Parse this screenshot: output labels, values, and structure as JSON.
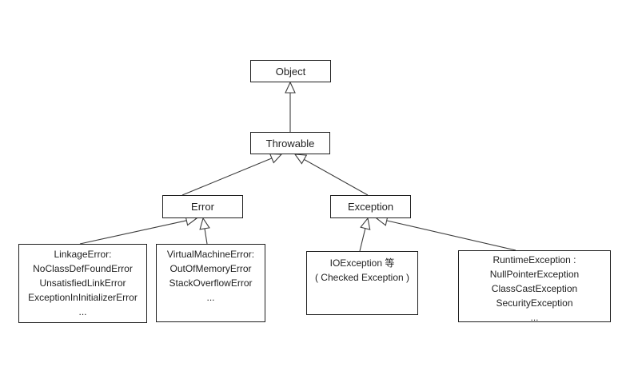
{
  "diagram": {
    "kind": "class-inheritance-hierarchy",
    "arrow_style": "hollow-triangle",
    "colors": {
      "background": "#ffffff",
      "line": "#3d3d3d",
      "box_border": "#1f1f1f",
      "text": "#1f1f1f"
    },
    "nodes": {
      "object": {
        "label": "Object"
      },
      "throwable": {
        "label": "Throwable"
      },
      "error": {
        "label": "Error"
      },
      "exception": {
        "label": "Exception"
      },
      "linkage_group": {
        "label": "LinkageError:\nNoClassDefFoundError\nUnsatisfiedLinkError\nExceptionInInitializerError\n..."
      },
      "vm_group": {
        "label": "VirtualMachineError:\nOutOfMemoryError\nStackOverflowError\n..."
      },
      "io_group": {
        "label": "IOException 等\n( Checked Exception )"
      },
      "runtime_group": {
        "label": "RuntimeException :\nNullPointerException\nClassCastException\nSecurityException\n..."
      }
    },
    "edges": [
      {
        "from": "throwable",
        "to": "object",
        "type": "generalization"
      },
      {
        "from": "error",
        "to": "throwable",
        "type": "generalization"
      },
      {
        "from": "exception",
        "to": "throwable",
        "type": "generalization"
      },
      {
        "from": "linkage_group",
        "to": "error",
        "type": "generalization"
      },
      {
        "from": "vm_group",
        "to": "error",
        "type": "generalization"
      },
      {
        "from": "io_group",
        "to": "exception",
        "type": "generalization"
      },
      {
        "from": "runtime_group",
        "to": "exception",
        "type": "generalization"
      }
    ]
  }
}
